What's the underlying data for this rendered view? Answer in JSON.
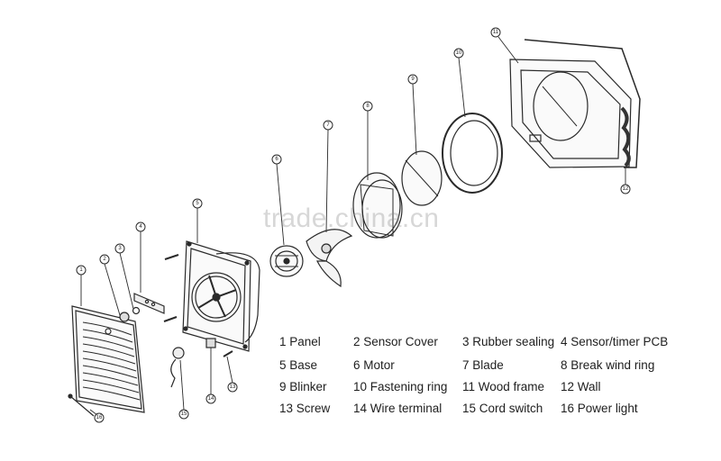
{
  "watermark": "trade.china.cn",
  "legend": [
    {
      "num": "1",
      "label": "Panel"
    },
    {
      "num": "2",
      "label": "Sensor Cover"
    },
    {
      "num": "3",
      "label": "Rubber sealing"
    },
    {
      "num": "4",
      "label": "Sensor/timer PCB"
    },
    {
      "num": "5",
      "label": "Base"
    },
    {
      "num": "6",
      "label": "Motor"
    },
    {
      "num": "7",
      "label": "Blade"
    },
    {
      "num": "8",
      "label": "Break wind ring"
    },
    {
      "num": "9",
      "label": "Blinker"
    },
    {
      "num": "10",
      "label": "Fastening ring"
    },
    {
      "num": "11",
      "label": "Wood frame"
    },
    {
      "num": "12",
      "label": "Wall"
    },
    {
      "num": "13",
      "label": "Screw"
    },
    {
      "num": "14",
      "label": "Wire terminal"
    },
    {
      "num": "15",
      "label": "Cord switch"
    },
    {
      "num": "16",
      "label": "Power light"
    }
  ],
  "callouts": [
    "1",
    "2",
    "3",
    "4",
    "5",
    "6",
    "7",
    "8",
    "9",
    "10",
    "11",
    "12",
    "13",
    "14",
    "15",
    "16"
  ]
}
